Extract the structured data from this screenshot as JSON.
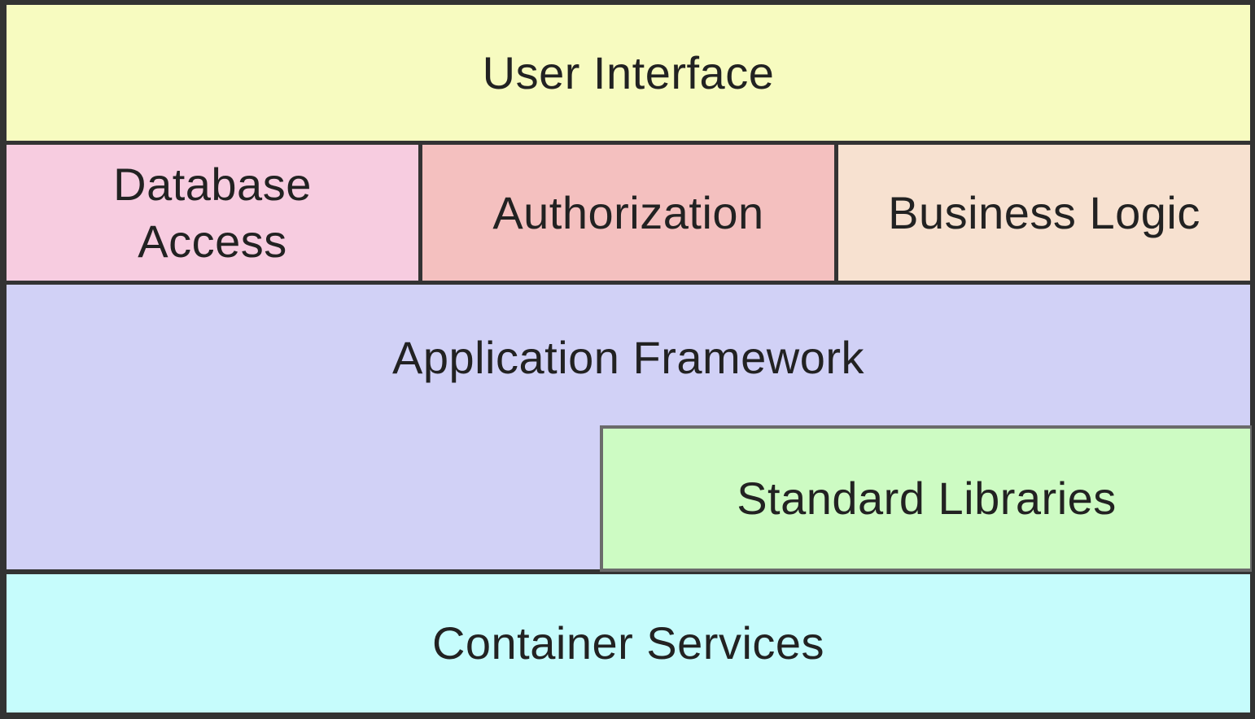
{
  "diagram": {
    "layers": {
      "user_interface": {
        "label": "User Interface",
        "color": "#f7fbc0"
      },
      "database_access": {
        "label": "Database\nAccess",
        "color": "#f7cce0"
      },
      "authorization": {
        "label": "Authorization",
        "color": "#f4c0bf"
      },
      "business_logic": {
        "label": "Business Logic",
        "color": "#f7e1d0"
      },
      "application_framework": {
        "label": "Application Framework",
        "color": "#d1d1f6"
      },
      "standard_libraries": {
        "label": "Standard Libraries",
        "color": "#cdfbc3"
      },
      "container_services": {
        "label": "Container Services",
        "color": "#c6fcfc"
      }
    },
    "border_color": "#333333"
  }
}
